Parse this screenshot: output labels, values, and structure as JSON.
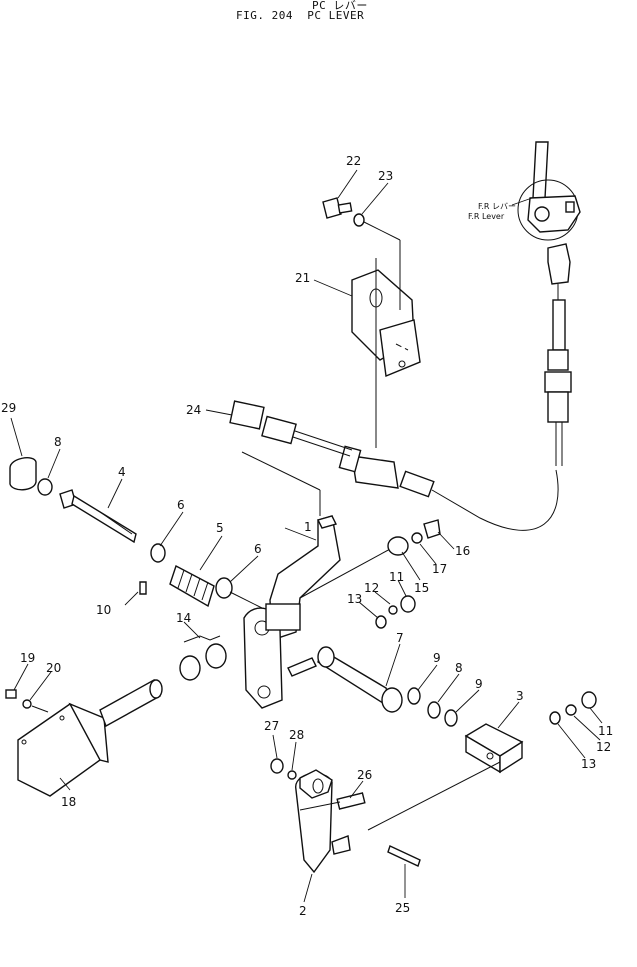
{
  "header": {
    "subtitle_jp": "PC レバー",
    "title": "FIG. 204  PC LEVER"
  },
  "inset": {
    "label_jp": "F.R レバー",
    "label_en": "F.R Lever"
  },
  "callouts": [
    {
      "n": "1",
      "part": "lever"
    },
    {
      "n": "2",
      "part": "lever-lower"
    },
    {
      "n": "3",
      "part": "block"
    },
    {
      "n": "4",
      "part": "long-bolt"
    },
    {
      "n": "5",
      "part": "spring"
    },
    {
      "n": "6",
      "part": "washer"
    },
    {
      "n": "6",
      "part": "washer"
    },
    {
      "n": "7",
      "part": "pipe"
    },
    {
      "n": "8",
      "part": "ring"
    },
    {
      "n": "8",
      "part": "ring"
    },
    {
      "n": "9",
      "part": "nut"
    },
    {
      "n": "9",
      "part": "nut"
    },
    {
      "n": "10",
      "part": "pin"
    },
    {
      "n": "11",
      "part": "nut"
    },
    {
      "n": "11",
      "part": "nut"
    },
    {
      "n": "12",
      "part": "lock-washer"
    },
    {
      "n": "12",
      "part": "lock-washer"
    },
    {
      "n": "13",
      "part": "washer"
    },
    {
      "n": "13",
      "part": "washer"
    },
    {
      "n": "14",
      "part": "bushing"
    },
    {
      "n": "15",
      "part": "plate-washer"
    },
    {
      "n": "16",
      "part": "bolt"
    },
    {
      "n": "17",
      "part": "washer"
    },
    {
      "n": "18",
      "part": "bracket"
    },
    {
      "n": "19",
      "part": "bolt"
    },
    {
      "n": "20",
      "part": "washer"
    },
    {
      "n": "21",
      "part": "bracket"
    },
    {
      "n": "22",
      "part": "bolt"
    },
    {
      "n": "23",
      "part": "washer"
    },
    {
      "n": "24",
      "part": "cable"
    },
    {
      "n": "25",
      "part": "pin"
    },
    {
      "n": "26",
      "part": "bolt"
    },
    {
      "n": "27",
      "part": "nut"
    },
    {
      "n": "28",
      "part": "washer"
    },
    {
      "n": "29",
      "part": "cap"
    }
  ]
}
